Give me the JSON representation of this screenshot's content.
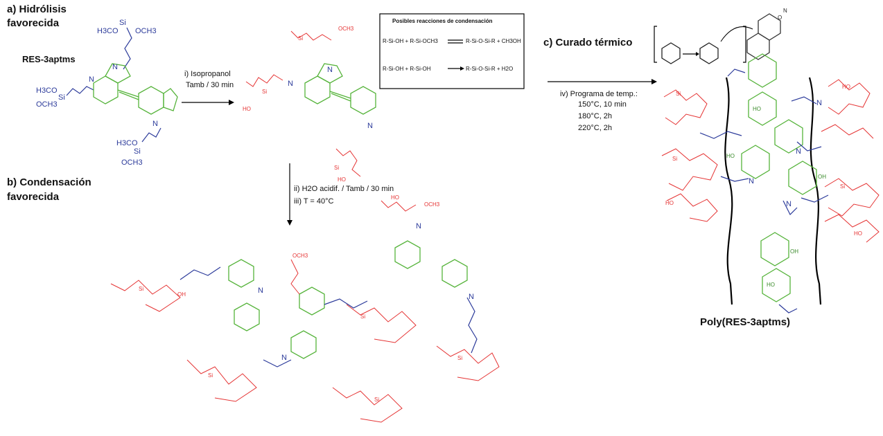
{
  "sections": {
    "a_line1": "a) Hidrólisis",
    "a_line2": "favorecida",
    "b_line1": "b) Condensación",
    "b_line2": "favorecida",
    "c": "c) Curado térmico"
  },
  "monomer": {
    "name": "RES-3aptms",
    "groups": [
      "H3CO",
      "Si",
      "OCH3",
      "H3CO",
      "Si",
      "OCH3",
      "H3CO",
      "Si",
      "OCH3"
    ]
  },
  "step1": {
    "reagent": "i) Isopropanol",
    "conditions": "Tamb / 30 min"
  },
  "step2": {
    "line1": "ii) H2O acidif. / Tamb / 30 min",
    "line2": "iii) T = 40°C"
  },
  "step3": {
    "line1": "iv) Programa de temp.:",
    "line2": "150°C, 10 min",
    "line3": "180°C, 2h",
    "line4": "220°C, 2h"
  },
  "condensation_box": {
    "title": "Posibles reacciones de condensación",
    "rxn1_left": "R-Si-OH + R-Si-OCH3",
    "rxn1_right": "R-Si-O-Si-R + CH3OH",
    "rxn2_left": "R-Si-OH + R-Si-OH",
    "rxn2_right": "R-Si-O-Si-R + H2O"
  },
  "polymer_label": "Poly(RES-3aptms)",
  "atoms": {
    "n": "N",
    "o": "O",
    "si": "Si",
    "oh": "OH",
    "ho": "HO",
    "och3": "OCH3"
  }
}
